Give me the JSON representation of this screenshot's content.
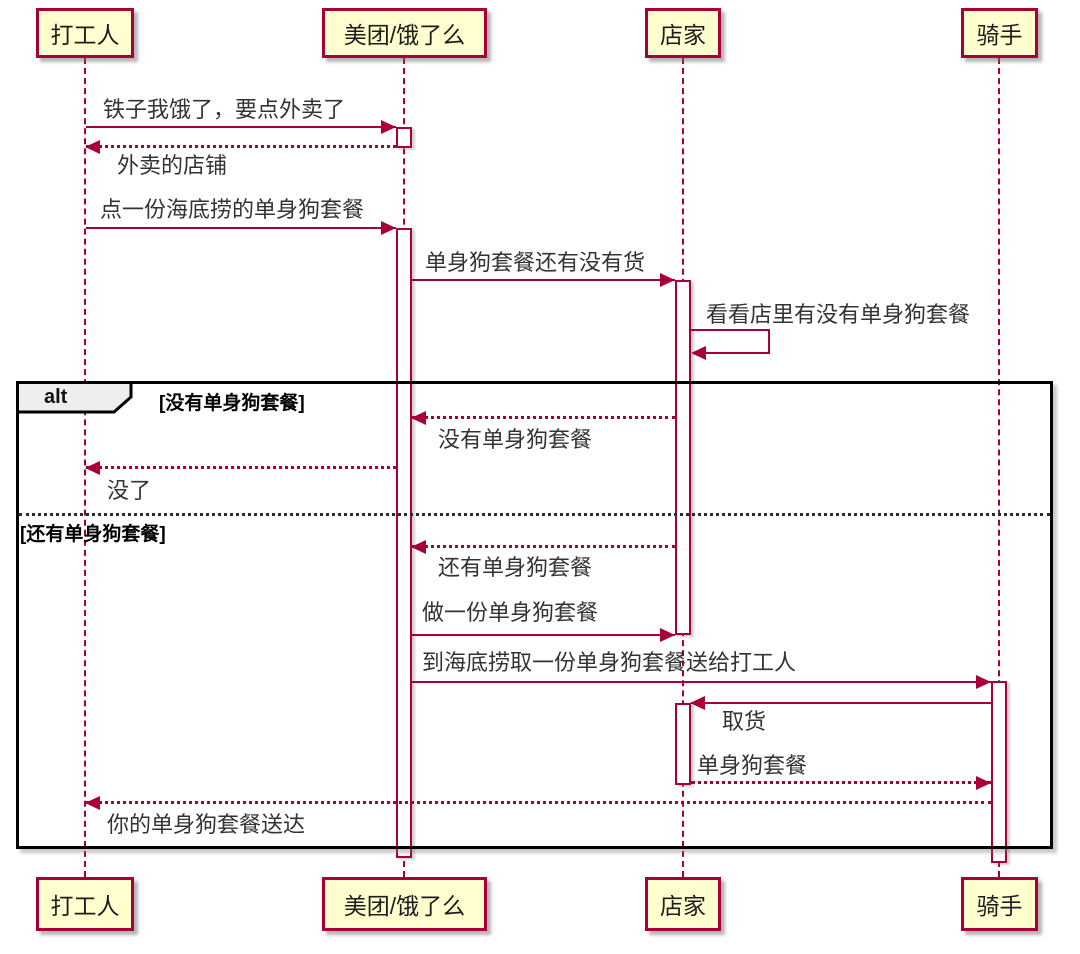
{
  "diagram": {
    "type": "uml-sequence",
    "participants": [
      {
        "id": "worker",
        "name": "打工人"
      },
      {
        "id": "meituan",
        "name": "美团/饿了么"
      },
      {
        "id": "shop",
        "name": "店家"
      },
      {
        "id": "rider",
        "name": "骑手"
      }
    ],
    "messages": {
      "m1": {
        "from": "worker",
        "to": "meituan",
        "style": "solid",
        "text": "铁子我饿了，要点外卖了"
      },
      "m2": {
        "from": "meituan",
        "to": "worker",
        "style": "dashed",
        "text": "外卖的店铺"
      },
      "m3": {
        "from": "worker",
        "to": "meituan",
        "style": "solid",
        "text": "点一份海底捞的单身狗套餐"
      },
      "m4": {
        "from": "meituan",
        "to": "shop",
        "style": "solid",
        "text": "单身狗套餐还有没有货"
      },
      "m5": {
        "from": "shop",
        "to": "shop",
        "style": "self",
        "text": "看看店里有没有单身狗套餐"
      },
      "m6": {
        "from": "shop",
        "to": "meituan",
        "style": "dashed",
        "text": "没有单身狗套餐"
      },
      "m7": {
        "from": "meituan",
        "to": "worker",
        "style": "dashed",
        "text": "没了"
      },
      "m8": {
        "from": "shop",
        "to": "meituan",
        "style": "dashed",
        "text": "还有单身狗套餐"
      },
      "m9": {
        "from": "meituan",
        "to": "shop",
        "style": "solid",
        "text": "做一份单身狗套餐"
      },
      "m10": {
        "from": "meituan",
        "to": "rider",
        "style": "solid",
        "text": "到海底捞取一份单身狗套餐送给打工人"
      },
      "m11": {
        "from": "rider",
        "to": "shop",
        "style": "solid",
        "text": "取货"
      },
      "m12": {
        "from": "shop",
        "to": "rider",
        "style": "dashed",
        "text": "单身狗套餐"
      },
      "m13": {
        "from": "rider",
        "to": "worker",
        "style": "dashed",
        "text": "你的单身狗套餐送达"
      }
    },
    "alt_fragment": {
      "operator": "alt",
      "guard1": "[没有单身狗套餐]",
      "guard2": "[还有单身狗套餐]"
    },
    "colors": {
      "accent": "#A80036",
      "participant_fill": "#FEFECE",
      "frame_border": "#000000",
      "operator_bg": "#EEEEEE",
      "text": "#333333"
    }
  }
}
